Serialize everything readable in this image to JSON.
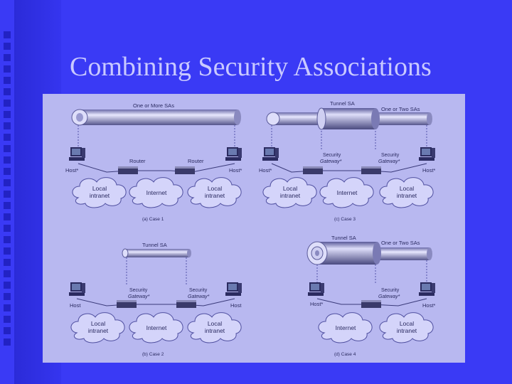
{
  "slide": {
    "title": "Combining Security Associations",
    "accent": "#3a3af5",
    "figure_bg": "#b8b8f0"
  },
  "diagram": {
    "case1": {
      "tunnel_label": "One or More SAs",
      "router_left": "Router",
      "router_right": "Router",
      "host_left": "Host*",
      "host_right": "Host*",
      "cloud_left": [
        "Local",
        "intranet"
      ],
      "cloud_mid": "Internet",
      "cloud_right": [
        "Local",
        "intranet"
      ],
      "caption": "(a) Case 1"
    },
    "case2": {
      "tunnel_label": "Tunnel SA",
      "gw_left": [
        "Security",
        "Gateway*"
      ],
      "gw_right": [
        "Security",
        "Gateway*"
      ],
      "host_left": "Host",
      "host_right": "Host",
      "cloud_left": [
        "Local",
        "intranet"
      ],
      "cloud_mid": "Internet",
      "cloud_right": [
        "Local",
        "intranet"
      ],
      "caption": "(b) Case 2"
    },
    "case3": {
      "tunnel_label": "Tunnel SA",
      "outer_label": "One or Two SAs",
      "gw_left": [
        "Security",
        "Gateway*"
      ],
      "gw_right": [
        "Security",
        "Gateway*"
      ],
      "host_left": "Host*",
      "host_right": "Host*",
      "cloud_left": [
        "Local",
        "intranet"
      ],
      "cloud_mid": "Internet",
      "cloud_right": [
        "Local",
        "intranet"
      ],
      "caption": "(c) Case 3"
    },
    "case4": {
      "tunnel_label": "Tunnel SA",
      "outer_label": "One or Two SAs",
      "gw_right": [
        "Security",
        "Gateway*"
      ],
      "host_left": "Host*",
      "host_right": "Host*",
      "cloud_mid": "Internet",
      "cloud_right": [
        "Local",
        "intranet"
      ],
      "caption": "(d) Case 4"
    }
  }
}
